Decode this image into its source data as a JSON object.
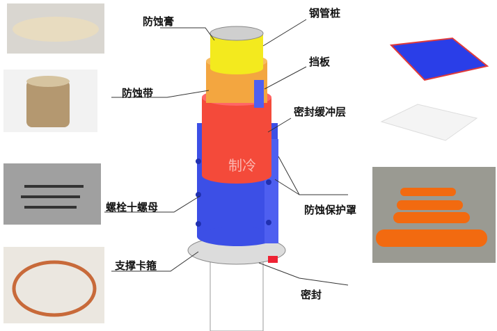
{
  "labels": {
    "anticorrosion_paste": "防蚀膏",
    "steel_pipe_pile": "钢管桩",
    "baffle": "挡板",
    "anticorrosion_tape": "防蚀带",
    "seal_buffer_layer": "密封缓冲层",
    "bolt_nut": "螺栓十螺母",
    "protective_cover": "防蚀保护罩",
    "support_clamp": "支撑卡箍",
    "seal": "密封"
  },
  "watermark": "制冷",
  "colors": {
    "paste": "#f3ea1e",
    "tape": "#f3a640",
    "buffer": "#f44a3a",
    "cover": "#3c4fe6",
    "pipe": "#cfcfcf"
  }
}
